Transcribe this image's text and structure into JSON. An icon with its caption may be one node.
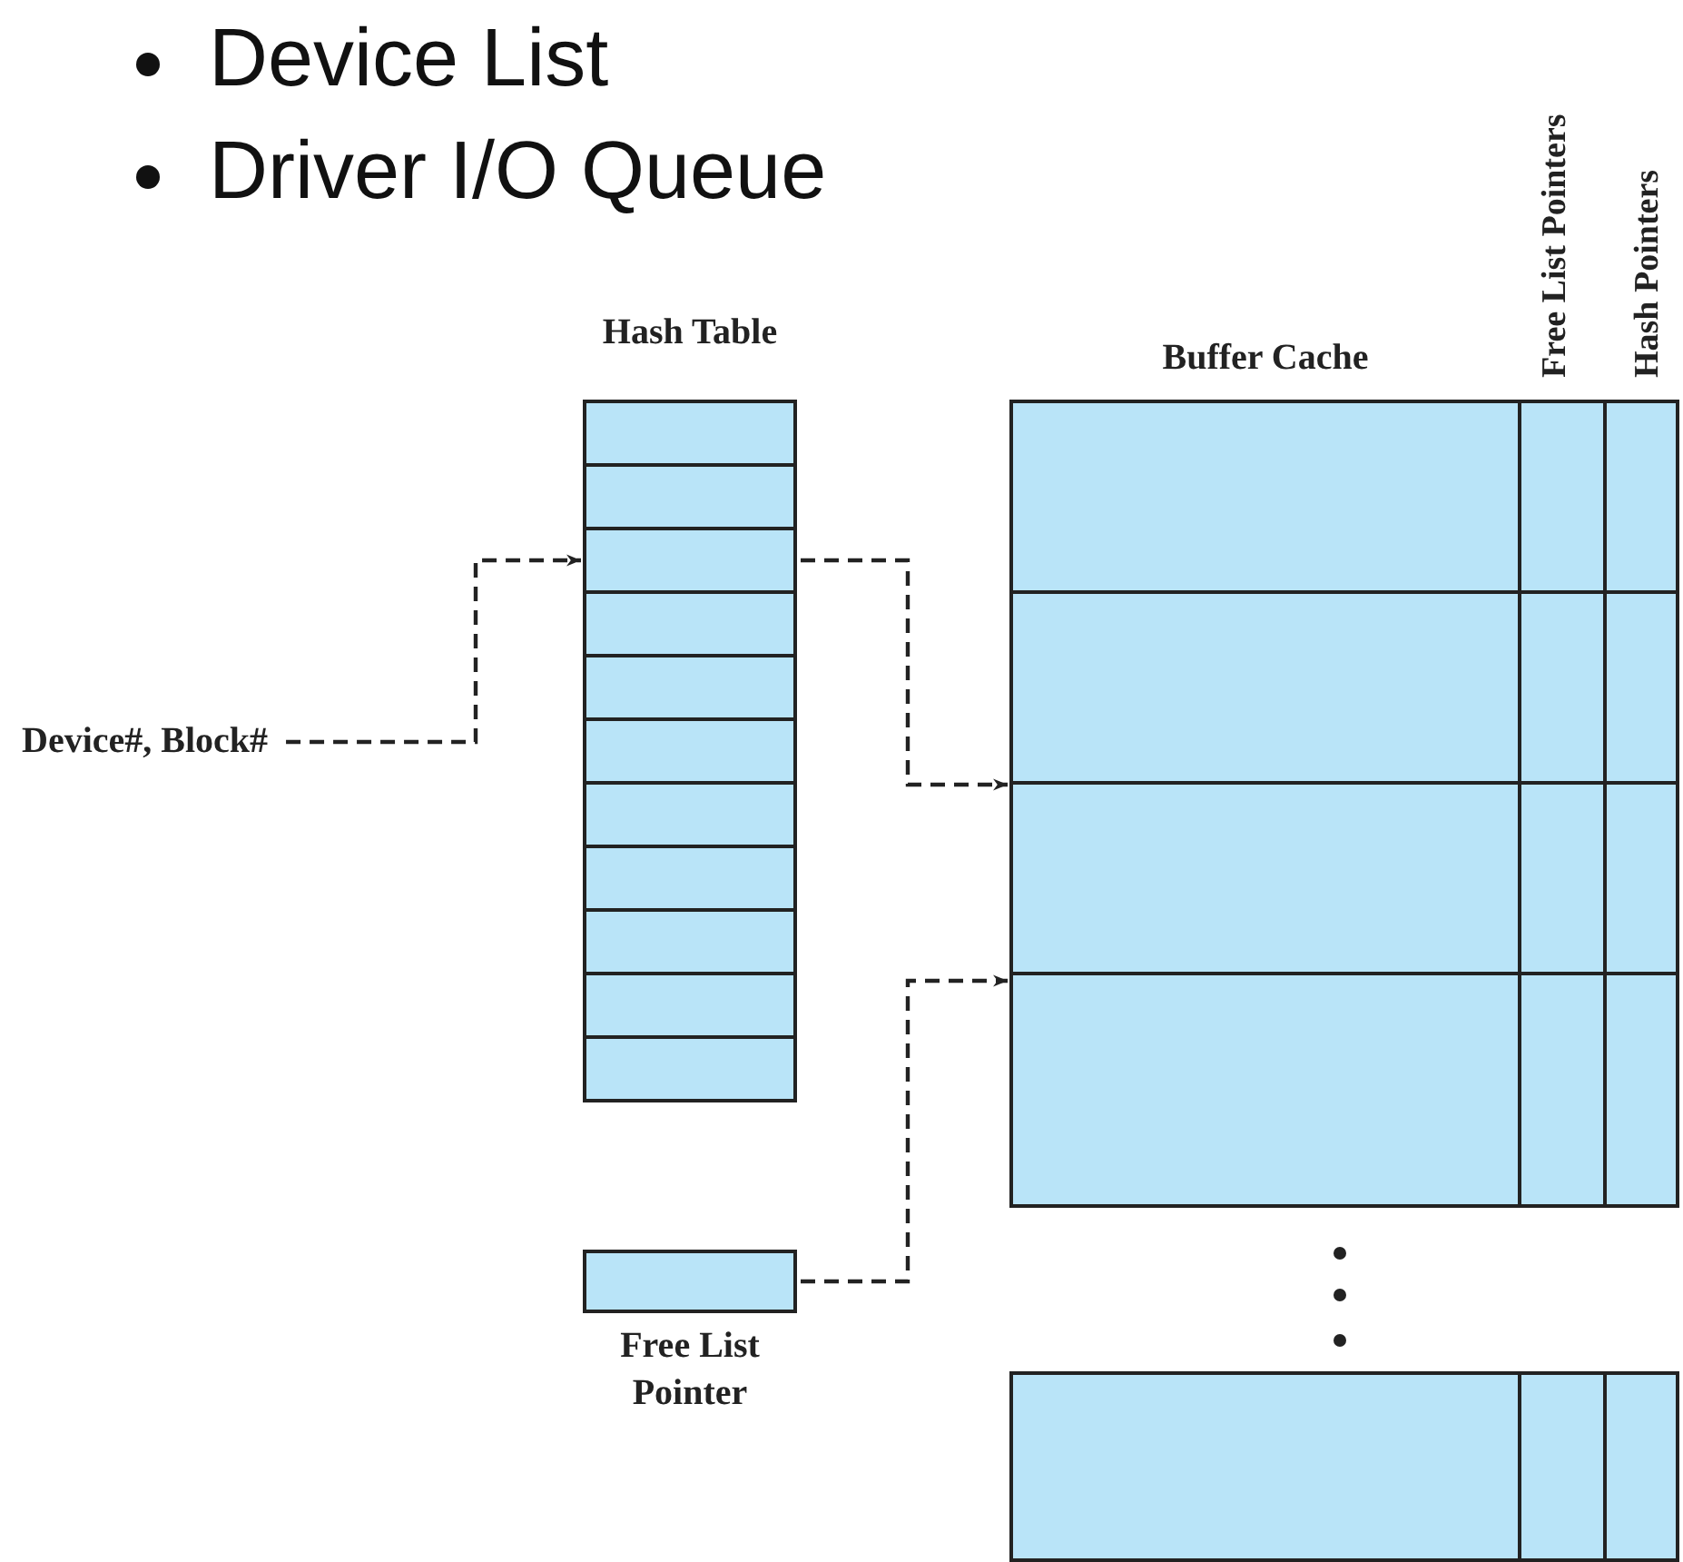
{
  "diagram": {
    "nodes": [
      {
        "text": [
          "Device#, Block#"
        ]
      },
      {
        "text": [
          "Hash Table"
        ]
      },
      {
        "text": [],
        "shape": "box",
        "in": 1
      },
      {
        "text": [],
        "shape": "box",
        "in": 1
      },
      {
        "text": [],
        "shape": "box",
        "in": 1
      },
      {
        "text": [],
        "shape": "box",
        "in": 1
      },
      {
        "text": [],
        "shape": "box",
        "in": 1
      },
      {
        "text": [],
        "shape": "box",
        "in": 1
      },
      {
        "text": [],
        "shape": "box",
        "in": 1
      },
      {
        "text": [],
        "shape": "box",
        "in": 1
      },
      {
        "text": [],
        "shape": "box",
        "in": 1
      },
      {
        "text": [],
        "shape": "box",
        "in": 1
      },
      {
        "text": [],
        "shape": "box",
        "in": 1
      },
      {
        "text": [
          "Buffer Cache"
        ]
      },
      {
        "text": [],
        "shape": "box",
        "in": 13
      },
      {
        "text": [],
        "shape": "box",
        "in": 13
      },
      {
        "text": [],
        "shape": "box",
        "in": 13
      },
      {
        "text": [],
        "shape": "box",
        "in": 13
      },
      {
        "text": [],
        "shape": "box",
        "in": 13
      },
      {
        "text": [
          "Free List Pointer"
        ]
      }
    ],
    "edges": [
      {
        "from": 0,
        "to": 4,
        "arrow": "to",
        "style": "dashed"
      },
      {
        "from": 4,
        "to": 16,
        "arrow": "to",
        "style": "dashed"
      },
      {
        "from": 19,
        "to": 17,
        "arrow": "to",
        "style": "dashed"
      }
    ],
    "labels": [
      "Device List",
      "Driver I/O Queue",
      "Free List Pointers",
      "Hash Pointers"
    ]
  }
}
